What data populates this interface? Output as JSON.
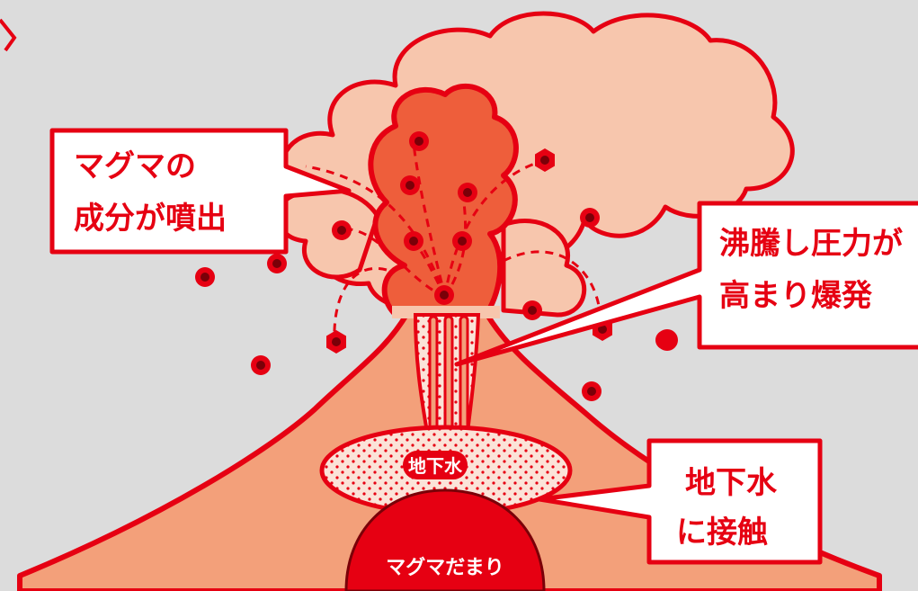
{
  "callouts": {
    "magma_ejecta": {
      "line1": "マグマの",
      "line2": "成分が噴出"
    },
    "boiling": {
      "line1": "沸騰し圧力が",
      "line2": "高まり爆発"
    },
    "groundwater": {
      "line1": "地下水",
      "line2": "に接触"
    }
  },
  "labels": {
    "groundwater": "地下水",
    "magma_chamber": "マグマだまり"
  },
  "colors": {
    "background": "#dcdcdc",
    "accent_red": "#e60012",
    "mountain": "#f3a07a",
    "ash_cloud": "#f7c6ad",
    "eruption_column": "#ee5e3b",
    "magma": "#e60012",
    "groundwater_fill": "#fbe3d8",
    "callout_bg": "#ffffff"
  }
}
